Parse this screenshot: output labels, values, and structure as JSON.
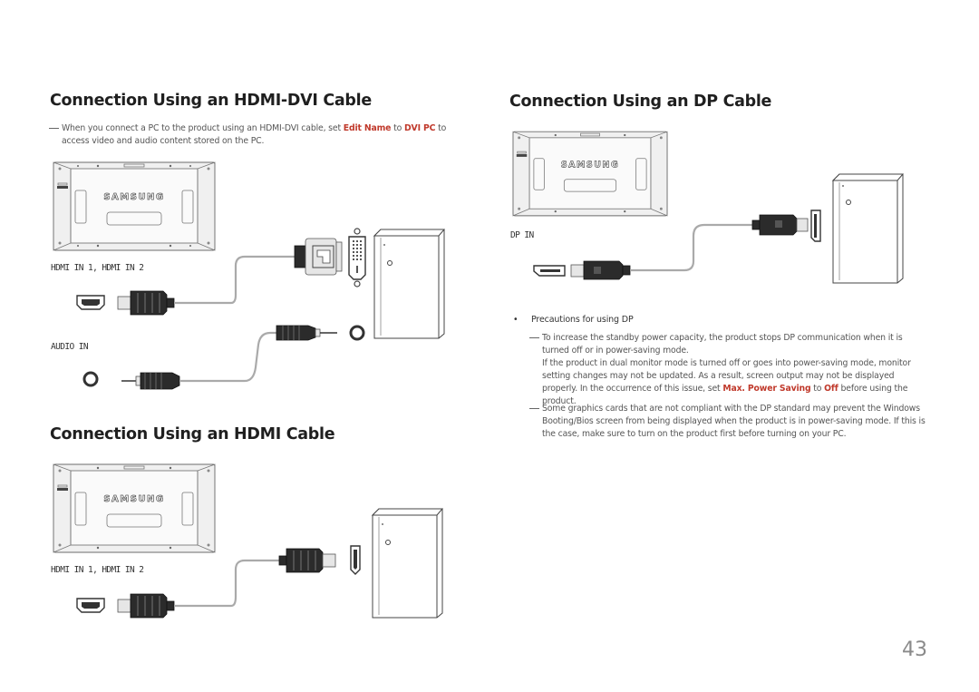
{
  "page_number": "43",
  "samsung_logo": "SAMSUNG",
  "sections": {
    "hdmi_dvi": {
      "title": "Connection Using an HDMI-DVI Cable",
      "note_part1": "When you connect a PC to the product using an HDMI-DVI cable, set ",
      "note_edit_name": "Edit Name",
      "note_to": " to ",
      "note_dvi_pc": "DVI PC",
      "note_part2": " to access video and audio content stored on the PC.",
      "port_label_hdmi": "HDMI IN 1, HDMI IN 2",
      "port_label_audio": "AUDIO IN"
    },
    "hdmi": {
      "title": "Connection Using an HDMI Cable",
      "port_label_hdmi": "HDMI IN 1, HDMI IN 2"
    },
    "dp": {
      "title": "Connection Using an DP Cable",
      "port_label_dp": "DP IN",
      "precautions_bullet": "Precautions for using DP",
      "note1_line1": "To increase the standby power capacity, the product stops DP communication when it is turned off or in power-saving mode.",
      "note1_line2_part1": "If the product in dual monitor mode is turned off or goes into power-saving mode, monitor setting changes may not be updated. As a result, screen output may not be displayed properly. In the occurrence of this issue, set ",
      "note1_max_power": "Max. Power Saving",
      "note1_to": " to ",
      "note1_off": "Off",
      "note1_line2_part2": " before using the product.",
      "note2": "Some graphics cards that are not compliant with the DP standard may prevent the Windows Booting/Bios screen from being displayed when the product is in power-saving mode. If this is the case, make sure to turn on the product first before turning on your PC."
    }
  }
}
